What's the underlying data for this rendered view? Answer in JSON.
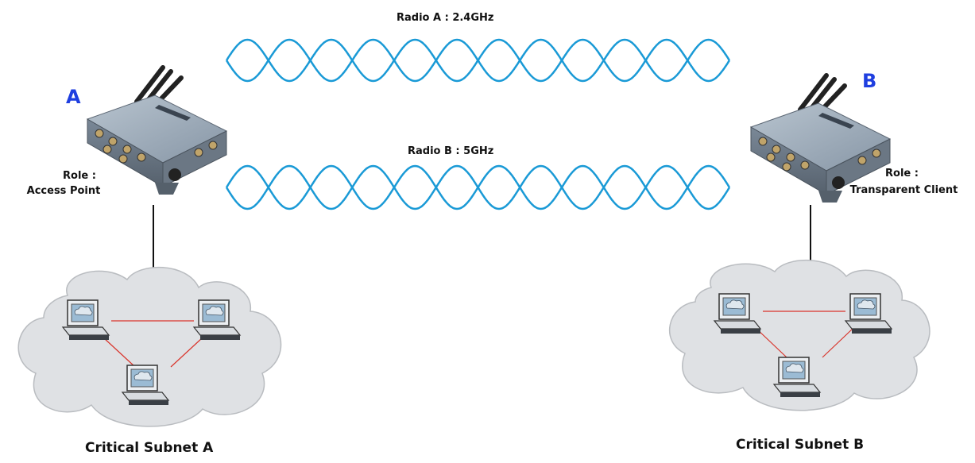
{
  "radio_a": {
    "label": "Radio A : 2.4GHz"
  },
  "radio_b": {
    "label": "Radio B : 5GHz"
  },
  "node_a": {
    "letter": "A",
    "role_title": "Role :",
    "role_value": "Access Point"
  },
  "node_b": {
    "letter": "B",
    "role_title": "Role :",
    "role_value": "Transparent Client"
  },
  "subnet_a": {
    "label": "Critical Subnet A"
  },
  "subnet_b": {
    "label": "Critical Subnet B"
  },
  "colors": {
    "wave": "#1a9ad6",
    "letter": "#1f3fe0",
    "link": "#d9342b",
    "cloud": "#dfe1e4"
  }
}
